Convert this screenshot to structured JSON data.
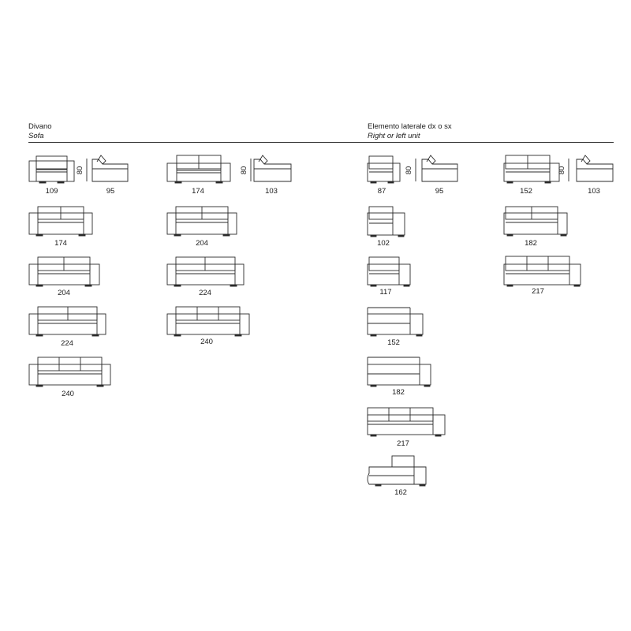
{
  "sections": {
    "sofa": {
      "title": "Divano",
      "subtitle": "Sofa"
    },
    "side_unit": {
      "title": "Elemento laterale dx o sx",
      "subtitle": "Right or left unit"
    }
  },
  "height_label": "80",
  "sofa_items": [
    {
      "id": "sofa-armchair-109",
      "label": "109"
    },
    {
      "id": "sofa-armchair-side-95",
      "label": "95"
    },
    {
      "id": "sofa-2seat-174",
      "label": "174"
    },
    {
      "id": "sofa-2seat-side-103",
      "label": "103"
    },
    {
      "id": "sofa-2seat-174b",
      "label": "174"
    },
    {
      "id": "sofa-2seat-204",
      "label": "204"
    },
    {
      "id": "sofa-2seat-204b",
      "label": "204"
    },
    {
      "id": "sofa-2seat-224",
      "label": "224"
    },
    {
      "id": "sofa-2seat-224b",
      "label": "224"
    },
    {
      "id": "sofa-3seat-240",
      "label": "240"
    },
    {
      "id": "sofa-3seat-240b",
      "label": "240"
    }
  ],
  "side_items": [
    {
      "id": "unit-armchair-87",
      "label": "87"
    },
    {
      "id": "unit-armchair-side-95",
      "label": "95"
    },
    {
      "id": "unit-2seat-152",
      "label": "152"
    },
    {
      "id": "unit-2seat-side-103",
      "label": "103"
    },
    {
      "id": "unit-1seat-102",
      "label": "102"
    },
    {
      "id": "unit-2seat-182",
      "label": "182"
    },
    {
      "id": "unit-1seat-117",
      "label": "117"
    },
    {
      "id": "unit-3seat-217",
      "label": "217"
    },
    {
      "id": "unit-bench-152",
      "label": "152"
    },
    {
      "id": "unit-bench-182",
      "label": "182"
    },
    {
      "id": "unit-3seat-217b",
      "label": "217"
    },
    {
      "id": "unit-chaise-162",
      "label": "162"
    }
  ]
}
